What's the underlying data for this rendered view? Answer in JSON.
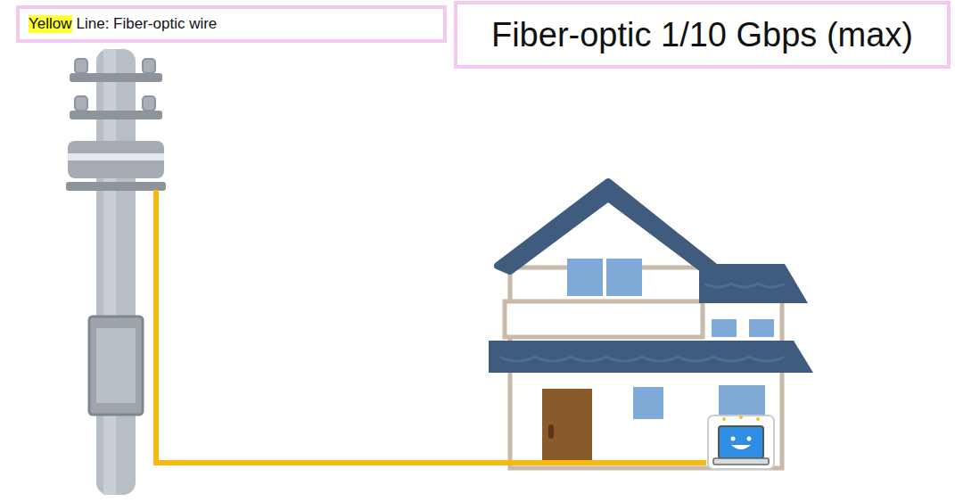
{
  "diagram": {
    "nodes": [
      {
        "text": [
          "Yellow",
          "Line: Fiber-optic wire"
        ]
      },
      {
        "text": [
          "Fiber-optic 1/10 Gbps (max)"
        ]
      }
    ]
  }
}
